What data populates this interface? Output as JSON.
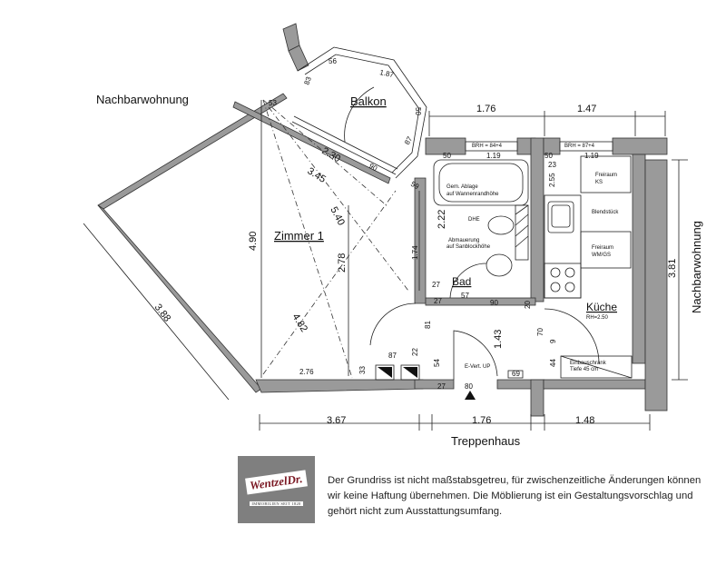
{
  "labels": {
    "neighbor_left": "Nachbarwohnung",
    "neighbor_right": "Nachbarwohnung",
    "balcony": "Balkon",
    "room1": "Zimmer 1",
    "bath": "Bad",
    "kitchen": "Küche",
    "kitchen_height": "RH=2.50",
    "stairwell": "Treppenhaus"
  },
  "dimensions": {
    "top_bath": "1.76",
    "top_kitchen": "1.47",
    "bottom_left": "3.67",
    "bottom_mid": "1.76",
    "bottom_right": "1.48",
    "right_side": "3.81",
    "room_height": "4.90",
    "room_diag_upper": "3.45",
    "room_diag_lower": "4.82",
    "room_inner_v": "2.78",
    "room_v2": "5.40",
    "balcony_width": "2.30",
    "left_wall": "3.88",
    "bath_height": "2.22",
    "hall_height": "1.43",
    "room_bottom": "2.76"
  },
  "small_dims": {
    "balc_53": "53",
    "balc_83": "83",
    "balc_56": "56",
    "balc_187": "1.87",
    "balc_50": "50",
    "balc_87": "87",
    "balc_90": "90",
    "balc_59": "59",
    "bath_top_50": "50",
    "bath_top_119": "1.19",
    "kit_top_50": "50",
    "kit_top_119": "1.19",
    "kit_23": "23",
    "kit_255": "2.55",
    "kit_70": "70",
    "kit_9": "9",
    "kit_44": "44",
    "bath_174": "1.74",
    "bath_27a": "27",
    "bath_27b": "27",
    "bath_57": "57",
    "bath_90": "90",
    "bath_20": "20",
    "hall_81": "81",
    "hall_87": "87",
    "hall_33": "33",
    "hall_22": "22",
    "hall_54": "54",
    "hall_27": "27",
    "hall_69": "69",
    "hall_80": "80"
  },
  "notes": {
    "brh_bath": "BRH = 84+4",
    "brh_kitchen": "BRH = 87+4",
    "ablage": "Gem. Ablage",
    "ablage2": "auf Wannenrandhöhe",
    "dhe": "DHE",
    "abmauerung": "Abmauerung",
    "abmauerung2": "auf Sanblockhöhe",
    "freiraum_ks": "Freiraum",
    "freiraum_ks2": "KS",
    "blendstueck": "Blendstück",
    "freiraum_wm": "Freiraum",
    "freiraum_wm2": "WM/GS",
    "einbauschrank": "Einbauschrank",
    "einbauschrank2": "Tiefe 45 cm",
    "evert": "E-Vert. UP"
  },
  "logo": {
    "name": "WentzelDr.",
    "subline": "IMMOBILIEN SEIT 1820"
  },
  "disclaimer": "Der Grundriss ist nicht maßstabsgetreu, für zwischenzeitliche Änderungen können wir keine Haftung übernehmen. Die Möblierung ist ein Gestaltungsvorschlag und gehört nicht zum Ausstattungsumfang.",
  "colors": {
    "wall_fill": "#9a9a9a",
    "logo_bg": "#7f7f7f",
    "logo_text": "#7a1722"
  }
}
